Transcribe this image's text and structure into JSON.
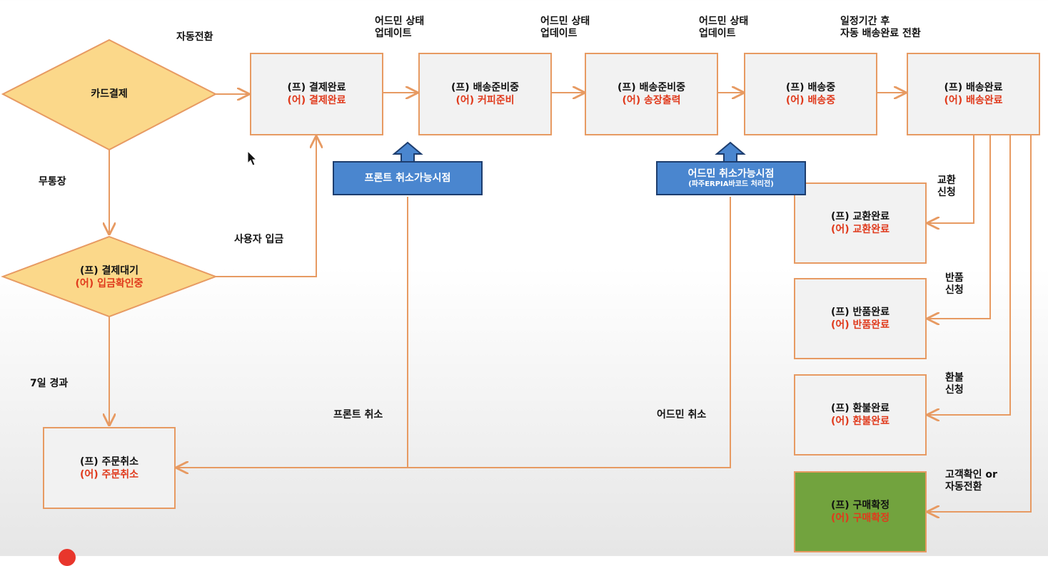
{
  "diamonds": {
    "card": {
      "line1": "카드결제"
    },
    "wait": {
      "line1": "(프) 결제대기",
      "line2": "(어) 입금확인중"
    }
  },
  "boxes": {
    "paid": {
      "line1": "(프) 결제완료",
      "line2": "(어) 결제완료"
    },
    "prep": {
      "line1": "(프) 배송준비중",
      "line2": "(어) 커피준비"
    },
    "print": {
      "line1": "(프) 배송준비중",
      "line2": "(어) 송장출력"
    },
    "shipping": {
      "line1": "(프) 배송중",
      "line2": "(어) 배송중"
    },
    "delivered": {
      "line1": "(프) 배송완료",
      "line2": "(어) 배송완료"
    },
    "exchange": {
      "line1": "(프) 교환완료",
      "line2": "(어) 교환완료"
    },
    "return": {
      "line1": "(프) 반품완료",
      "line2": "(어) 반품완료"
    },
    "refund": {
      "line1": "(프) 환불완료",
      "line2": "(어) 환불완료"
    },
    "confirm": {
      "line1": "(프) 구매확정",
      "line2": "(어) 구매확정"
    },
    "cancel": {
      "line1": "(프) 주문취소",
      "line2": "(어) 주문취소"
    }
  },
  "labels": {
    "auto_switch": "자동전환",
    "admin_update_1": [
      "어드민 상태",
      "업데이트"
    ],
    "admin_update_2": [
      "어드민 상태",
      "업데이트"
    ],
    "admin_update_3": [
      "어드민 상태",
      "업데이트"
    ],
    "auto_delivered": [
      "일정기간 후",
      "자동 배송완료 전환"
    ],
    "bank_transfer": "무통장",
    "user_deposit": "사용자 입금",
    "seven_days": "7일 경과",
    "front_cancel": "프론트 취소",
    "admin_cancel": "어드민 취소",
    "exchange_req": [
      "교환",
      "신청"
    ],
    "return_req": [
      "반품",
      "신청"
    ],
    "refund_req": [
      "환불",
      "신청"
    ],
    "confirm_req": [
      "고객확인 or",
      "자동전환"
    ]
  },
  "callouts": {
    "front": {
      "title": "프론트 취소가능시점"
    },
    "admin": {
      "title": "어드민 취소가능시점",
      "sub": "(파주ERPIA바코드 처리전)"
    }
  },
  "colors": {
    "connector": "#e79a62",
    "diamond_fill": "#fbd88a",
    "callout_fill": "#4a86cf",
    "admin_text": "#e03a1c",
    "confirm_fill": "#72a33e"
  }
}
